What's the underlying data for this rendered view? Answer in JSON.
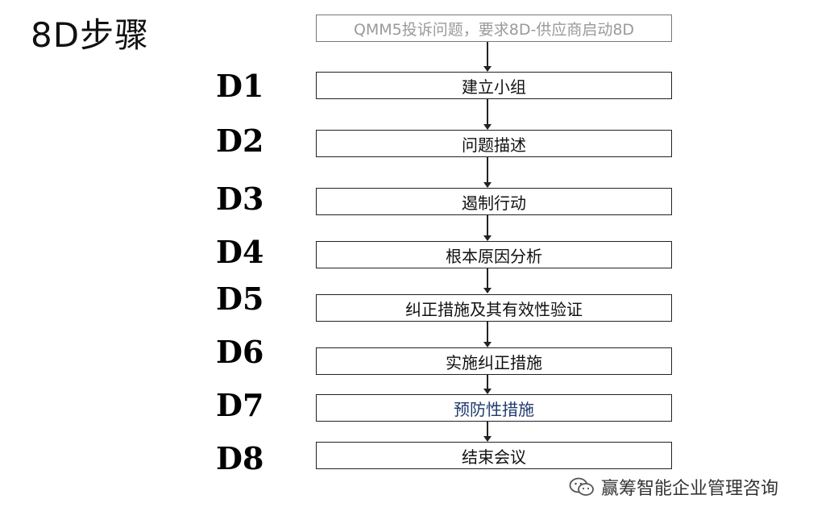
{
  "title": "8D步骤",
  "start": {
    "label": "QMM5投诉问题，要求8D-供应商启动8D"
  },
  "steps": [
    {
      "id": "D1",
      "label": "建立小组"
    },
    {
      "id": "D2",
      "label": "问题描述"
    },
    {
      "id": "D3",
      "label": "遏制行动"
    },
    {
      "id": "D4",
      "label": "根本原因分析"
    },
    {
      "id": "D5",
      "label": "纠正措施及其有效性验证"
    },
    {
      "id": "D6",
      "label": "实施纠正措施"
    },
    {
      "id": "D7",
      "label": "预防性措施"
    },
    {
      "id": "D8",
      "label": "结束会议"
    }
  ],
  "watermark": {
    "text": "赢筹智能企业管理咨询",
    "icon": "wechat-icon"
  }
}
